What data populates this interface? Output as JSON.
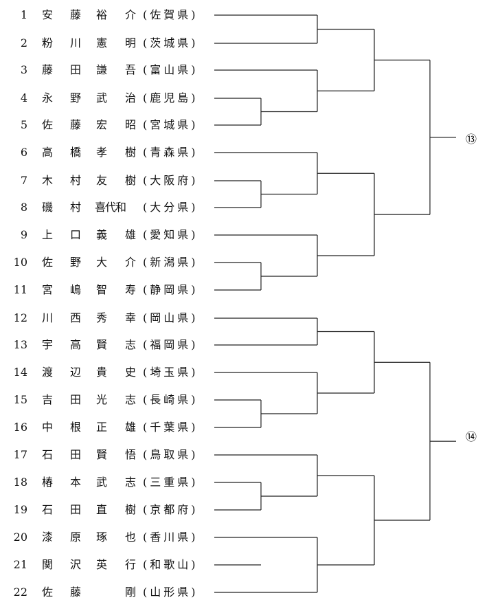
{
  "entries": [
    {
      "num": "1",
      "c1": "安",
      "c2": "藤",
      "c3": "裕",
      "c4": "介",
      "pref": "(佐賀県)"
    },
    {
      "num": "2",
      "c1": "粉",
      "c2": "川",
      "c3": "憲",
      "c4": "明",
      "pref": "(茨城県)"
    },
    {
      "num": "3",
      "c1": "藤",
      "c2": "田",
      "c3": "謙",
      "c4": "吾",
      "pref": "(富山県)"
    },
    {
      "num": "4",
      "c1": "永",
      "c2": "野",
      "c3": "武",
      "c4": "治",
      "pref": "(鹿児島)"
    },
    {
      "num": "5",
      "c1": "佐",
      "c2": "藤",
      "c3": "宏",
      "c4": "昭",
      "pref": "(宮城県)"
    },
    {
      "num": "6",
      "c1": "高",
      "c2": "橋",
      "c3": "孝",
      "c4": "樹",
      "pref": "(青森県)"
    },
    {
      "num": "7",
      "c1": "木",
      "c2": "村",
      "c3": "友",
      "c4": "樹",
      "pref": "(大阪府)"
    },
    {
      "num": "8",
      "c1": "磯",
      "c2": "村",
      "c3": "喜代和",
      "c4": "",
      "pref": "(大分県)"
    },
    {
      "num": "9",
      "c1": "上",
      "c2": "口",
      "c3": "義",
      "c4": "雄",
      "pref": "(愛知県)"
    },
    {
      "num": "10",
      "c1": "佐",
      "c2": "野",
      "c3": "大",
      "c4": "介",
      "pref": "(新潟県)"
    },
    {
      "num": "11",
      "c1": "宮",
      "c2": "嶋",
      "c3": "智",
      "c4": "寿",
      "pref": "(静岡県)"
    },
    {
      "num": "12",
      "c1": "川",
      "c2": "西",
      "c3": "秀",
      "c4": "幸",
      "pref": "(岡山県)"
    },
    {
      "num": "13",
      "c1": "宇",
      "c2": "高",
      "c3": "賢",
      "c4": "志",
      "pref": "(福岡県)"
    },
    {
      "num": "14",
      "c1": "渡",
      "c2": "辺",
      "c3": "貴",
      "c4": "史",
      "pref": "(埼玉県)"
    },
    {
      "num": "15",
      "c1": "吉",
      "c2": "田",
      "c3": "光",
      "c4": "志",
      "pref": "(長崎県)"
    },
    {
      "num": "16",
      "c1": "中",
      "c2": "根",
      "c3": "正",
      "c4": "雄",
      "pref": "(千葉県)"
    },
    {
      "num": "17",
      "c1": "石",
      "c2": "田",
      "c3": "賢",
      "c4": "悟",
      "pref": "(鳥取県)"
    },
    {
      "num": "18",
      "c1": "椿",
      "c2": "本",
      "c3": "武",
      "c4": "志",
      "pref": "(三重県)"
    },
    {
      "num": "19",
      "c1": "石",
      "c2": "田",
      "c3": "直",
      "c4": "樹",
      "pref": "(京都府)"
    },
    {
      "num": "20",
      "c1": "漆",
      "c2": "原",
      "c3": "琢",
      "c4": "也",
      "pref": "(香川県)"
    },
    {
      "num": "21",
      "c1": "関",
      "c2": "沢",
      "c3": "英",
      "c4": "行",
      "pref": "(和歌山)"
    },
    {
      "num": "22",
      "c1": "佐",
      "c2": "藤",
      "c3": "",
      "c4": "剛",
      "pref": "(山形県)"
    }
  ],
  "slots": {
    "top": "⑬",
    "bottom": "⑭"
  }
}
